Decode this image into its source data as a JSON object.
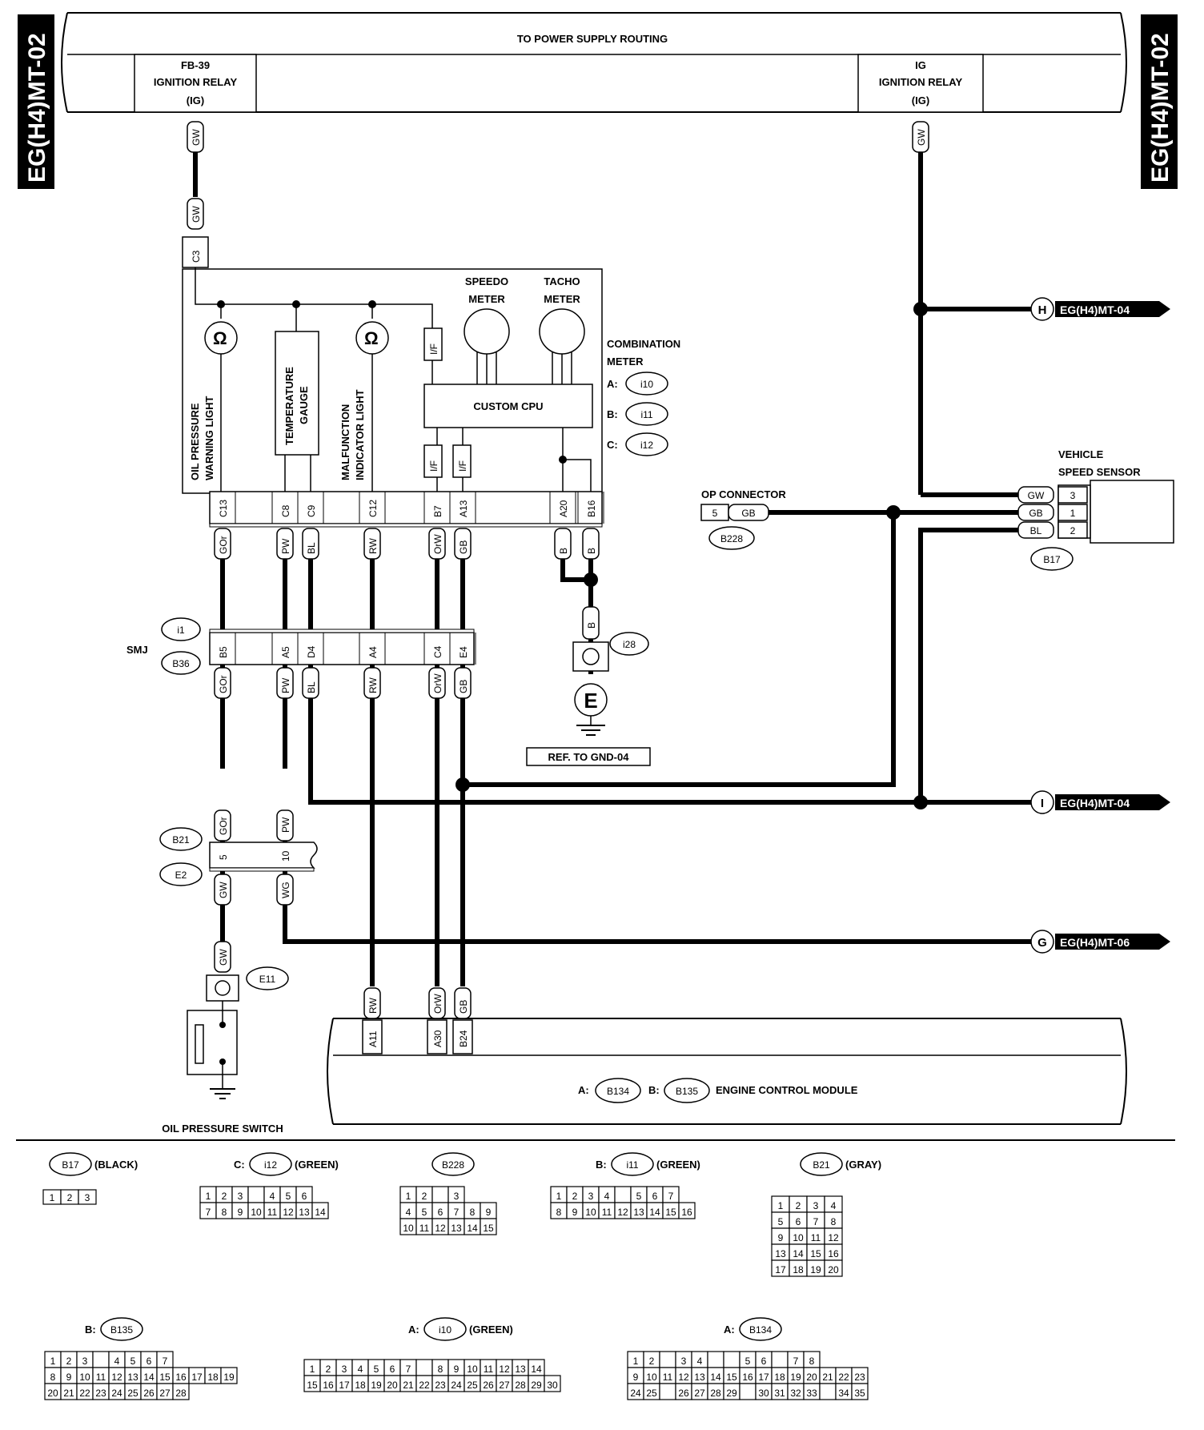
{
  "side_tag": "EG(H4)MT-02",
  "power_title": "TO POWER SUPPLY ROUTING",
  "relay_left": {
    "l1": "FB-39",
    "l2": "IGNITION RELAY",
    "l3": "(IG)"
  },
  "relay_right": {
    "l1": "IG",
    "l2": "IGNITION RELAY",
    "l3": "(IG)"
  },
  "meter": {
    "speedo1": "SPEEDO",
    "speedo2": "METER",
    "tacho1": "TACHO",
    "tacho2": "METER",
    "cpu": "CUSTOM CPU",
    "if": "I/F",
    "oil1": "OIL PRESSURE",
    "oil2": "WARNING LIGHT",
    "temp1": "TEMPERATURE",
    "temp2": "GAUGE",
    "mil1": "MALFUNCTION",
    "mil2": "INDICATOR LIGHT",
    "title1": "COMBINATION",
    "title2": "METER",
    "a_pre": "A:",
    "a": "i10",
    "b_pre": "B:",
    "b": "i11",
    "c_pre": "C:",
    "c": "i12"
  },
  "off_page": {
    "h_letter": "H",
    "h_ref": "EG(H4)MT-04",
    "i_letter": "I",
    "i_ref": "EG(H4)MT-04",
    "g_letter": "G",
    "g_ref": "EG(H4)MT-06"
  },
  "vss": {
    "title1": "VEHICLE",
    "title2": "SPEED SENSOR",
    "conn": "B17",
    "pins": [
      {
        "wire": "GW",
        "pin": "3"
      },
      {
        "wire": "GB",
        "pin": "1"
      },
      {
        "wire": "BL",
        "pin": "2"
      }
    ]
  },
  "op": {
    "title": "OP CONNECTOR",
    "pin": "5",
    "wire": "GB",
    "conn": "B228"
  },
  "smj": {
    "label": "SMJ",
    "c1": "i1",
    "c2": "B36"
  },
  "ground": {
    "conn": "i28",
    "wire": "B",
    "letter": "E",
    "ref": "REF. TO GND-04"
  },
  "meter_pins": [
    {
      "pin": "C13",
      "wire": "GOr"
    },
    {
      "pin": "C8",
      "wire": "PW"
    },
    {
      "pin": "C9",
      "wire": "BL"
    },
    {
      "pin": "C12",
      "wire": "RW"
    },
    {
      "pin": "B7",
      "wire": "OrW"
    },
    {
      "pin": "A13",
      "wire": "GB"
    },
    {
      "pin": "A20",
      "wire": "B"
    },
    {
      "pin": "B16",
      "wire": "B"
    }
  ],
  "smj_pins": [
    {
      "pin": "B5",
      "wire": "GOr"
    },
    {
      "pin": "A5",
      "wire": "PW"
    },
    {
      "pin": "D4",
      "wire": "BL"
    },
    {
      "pin": "A4",
      "wire": "RW"
    },
    {
      "pin": "C4",
      "wire": "OrW"
    },
    {
      "pin": "E4",
      "wire": "GB"
    }
  ],
  "top_wire": "GW",
  "c3": "C3",
  "b21": {
    "c1": "B21",
    "c2": "E2",
    "p1": "5",
    "p2": "10",
    "w_in1": "GOr",
    "w_in2": "PW",
    "w_out1": "GW",
    "w_out2": "WG"
  },
  "oil_switch": {
    "conn": "E11",
    "wire": "GW",
    "label": "OIL PRESSURE SWITCH"
  },
  "ecm": {
    "label": "ENGINE CONTROL MODULE",
    "a_pre": "A:",
    "a": "B134",
    "b_pre": "B:",
    "b": "B135",
    "pins": [
      {
        "pin": "A11",
        "wire": "RW"
      },
      {
        "pin": "A30",
        "wire": "OrW"
      },
      {
        "pin": "B24",
        "wire": "GB"
      }
    ]
  },
  "connector_views": {
    "b17": {
      "name": "B17",
      "color": "(BLACK)",
      "rows": [
        [
          "1",
          "2",
          "3"
        ]
      ]
    },
    "i12": {
      "pre": "C:",
      "name": "i12",
      "color": "(GREEN)",
      "rows": [
        [
          "1",
          "2",
          "3",
          "",
          "4",
          "5",
          "6"
        ],
        [
          "7",
          "8",
          "9",
          "10",
          "11",
          "12",
          "13",
          "14"
        ]
      ]
    },
    "b228": {
      "name": "B228",
      "rows": [
        [
          "1",
          "2",
          "",
          "3"
        ],
        [
          "4",
          "5",
          "6",
          "7",
          "8",
          "9"
        ],
        [
          "10",
          "11",
          "12",
          "13",
          "14",
          "15"
        ]
      ]
    },
    "i11": {
      "pre": "B:",
      "name": "i11",
      "color": "(GREEN)",
      "rows": [
        [
          "1",
          "2",
          "3",
          "4",
          "",
          "5",
          "6",
          "7"
        ],
        [
          "8",
          "9",
          "10",
          "11",
          "12",
          "13",
          "14",
          "15",
          "16"
        ]
      ]
    },
    "b21": {
      "name": "B21",
      "color": "(GRAY)",
      "rows": [
        [
          "1",
          "2",
          "3",
          "4"
        ],
        [
          "5",
          "6",
          "7",
          "8"
        ],
        [
          "9",
          "10",
          "11",
          "12"
        ],
        [
          "13",
          "14",
          "15",
          "16"
        ],
        [
          "17",
          "18",
          "19",
          "20"
        ]
      ]
    },
    "b135": {
      "pre": "B:",
      "name": "B135",
      "rows": [
        [
          "1",
          "2",
          "3",
          "",
          "4",
          "5",
          "6",
          "7"
        ],
        [
          "8",
          "9",
          "10",
          "11",
          "12",
          "13",
          "14",
          "15",
          "16",
          "17",
          "18",
          "19"
        ],
        [
          "20",
          "21",
          "22",
          "23",
          "24",
          "25",
          "26",
          "27",
          "28"
        ]
      ]
    },
    "i10": {
      "pre": "A:",
      "name": "i10",
      "color": "(GREEN)",
      "rows": [
        [
          "1",
          "2",
          "3",
          "4",
          "5",
          "6",
          "7",
          "",
          "8",
          "9",
          "10",
          "11",
          "12",
          "13",
          "14"
        ],
        [
          "15",
          "16",
          "17",
          "18",
          "19",
          "20",
          "21",
          "22",
          "23",
          "24",
          "25",
          "26",
          "27",
          "28",
          "29",
          "30"
        ]
      ]
    },
    "b134": {
      "pre": "A:",
      "name": "B134",
      "rows": [
        [
          "1",
          "2",
          "",
          "3",
          "4",
          "",
          "",
          "5",
          "6",
          "",
          "7",
          "8"
        ],
        [
          "9",
          "10",
          "11",
          "12",
          "13",
          "14",
          "15",
          "16",
          "17",
          "18",
          "19",
          "20",
          "21",
          "22",
          "23"
        ],
        [
          "24",
          "25",
          "",
          "26",
          "27",
          "28",
          "29",
          "",
          "30",
          "31",
          "32",
          "33",
          "",
          "34",
          "35"
        ]
      ]
    }
  }
}
